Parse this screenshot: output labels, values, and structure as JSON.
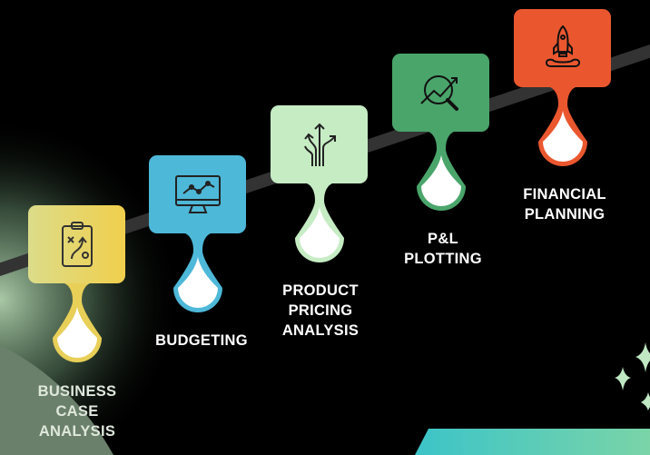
{
  "steps": [
    {
      "id": "business-case-analysis",
      "label_lines": [
        "BUSINESS",
        "CASE",
        "ANALYSIS"
      ],
      "icon": "clipboard-strategy-icon",
      "color": "#e8d462"
    },
    {
      "id": "budgeting",
      "label_lines": [
        "BUDGETING"
      ],
      "icon": "monitor-chart-icon",
      "color": "#4eb8d8"
    },
    {
      "id": "product-pricing-analysis",
      "label_lines": [
        "PRODUCT",
        "PRICING",
        "ANALYSIS"
      ],
      "icon": "branching-arrows-icon",
      "color": "#c6ecc4"
    },
    {
      "id": "pl-plotting",
      "label_lines": [
        "P&L",
        "PLOTTING"
      ],
      "icon": "magnifier-trend-icon",
      "color": "#4aa56b"
    },
    {
      "id": "financial-planning",
      "label_lines": [
        "FINANCIAL",
        "PLANNING"
      ],
      "icon": "rocket-launch-icon",
      "color": "#ea572f"
    }
  ],
  "colors": {
    "background": "#000000",
    "road": "#333333",
    "sparkle": "#bfe8c3"
  }
}
